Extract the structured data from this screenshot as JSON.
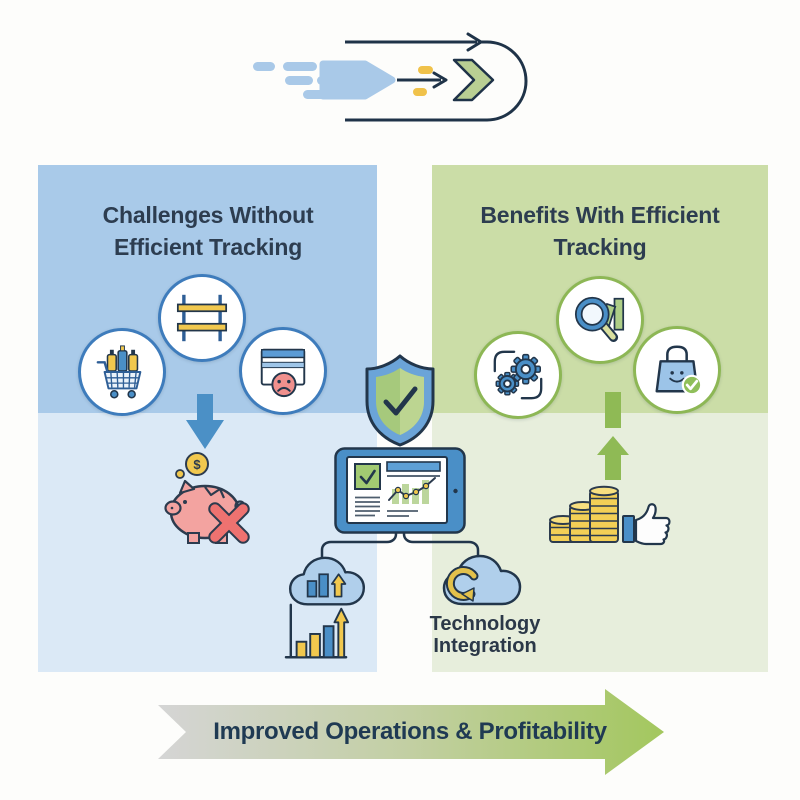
{
  "diagram": {
    "title_left": "Challenges Without Efficient Tracking",
    "title_right": "Benefits With Efficient Tracking",
    "center_label": "Technology Integration",
    "banner_label": "Improved Operations & Profitability",
    "coin_symbol": "$"
  },
  "icons": {
    "header": "fast-forward-flow",
    "left_panel": [
      "overstocked-cart",
      "empty-shelf-rack",
      "unhappy-customer",
      "down-arrow",
      "piggy-bank-loss",
      "red-x"
    ],
    "right_panel": [
      "automation-gears",
      "analytics-magnifier",
      "happy-customer-bag",
      "up-arrow",
      "coin-stacks",
      "thumbs-up"
    ],
    "center": [
      "security-shield",
      "dashboard-tablet",
      "cloud-bar-chart",
      "cloud-sync"
    ]
  },
  "colors": {
    "panel_blue_top": "#a9cae9",
    "panel_blue_bottom": "#dbe9f6",
    "panel_green_top": "#cbdda7",
    "panel_green_bottom": "#e7eedc",
    "accent_blue": "#4a8fc7",
    "accent_green": "#8fba55",
    "accent_yellow": "#f1c84e",
    "accent_red": "#ee7270",
    "pig_pink": "#f3a3a0",
    "outline_navy": "#22364b",
    "text_dark": "#2d3d50",
    "banner_gray": "#d5d5d5",
    "banner_green": "#a3c75e"
  }
}
